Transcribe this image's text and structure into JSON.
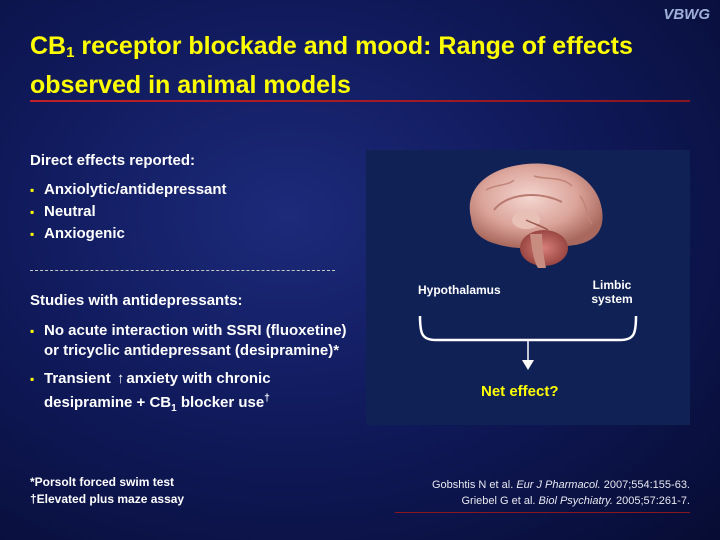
{
  "logo": "VBWG",
  "title": {
    "pre": "CB",
    "sub": "1",
    "post": " receptor blockade and mood: Range of effects observed in animal models"
  },
  "direct": {
    "heading": "Direct effects reported:",
    "items": [
      "Anxiolytic/antidepressant",
      "Neutral",
      "Anxiogenic"
    ]
  },
  "studies": {
    "heading": "Studies with antidepressants:",
    "item1": "No acute interaction with SSRI (fluoxetine) or tricyclic antidepressant (desipramine)*",
    "item2_pre": "Transient ",
    "item2_mid": "anxiety with chronic desipramine + CB",
    "item2_sub": "1",
    "item2_post": " blocker use",
    "item2_mark": "†"
  },
  "footnotes": {
    "line1": "*Porsolt forced swim test",
    "line2": "†Elevated plus maze assay"
  },
  "references": {
    "ref1_pre": "Gobshtis N et al. ",
    "ref1_journal": "Eur J Pharmacol.",
    "ref1_post": " 2007;554:155-63.",
    "ref2_pre": "Griebel G et al. ",
    "ref2_journal": "Biol Psychiatry.",
    "ref2_post": " 2005;57:261-7."
  },
  "diagram": {
    "label_left": "Hypothalamus",
    "label_right_line1": "Limbic",
    "label_right_line2": "system",
    "result": "Net effect?"
  },
  "colors": {
    "title": "#ffff00",
    "rule": "#c0202a",
    "panel": "#102156"
  }
}
